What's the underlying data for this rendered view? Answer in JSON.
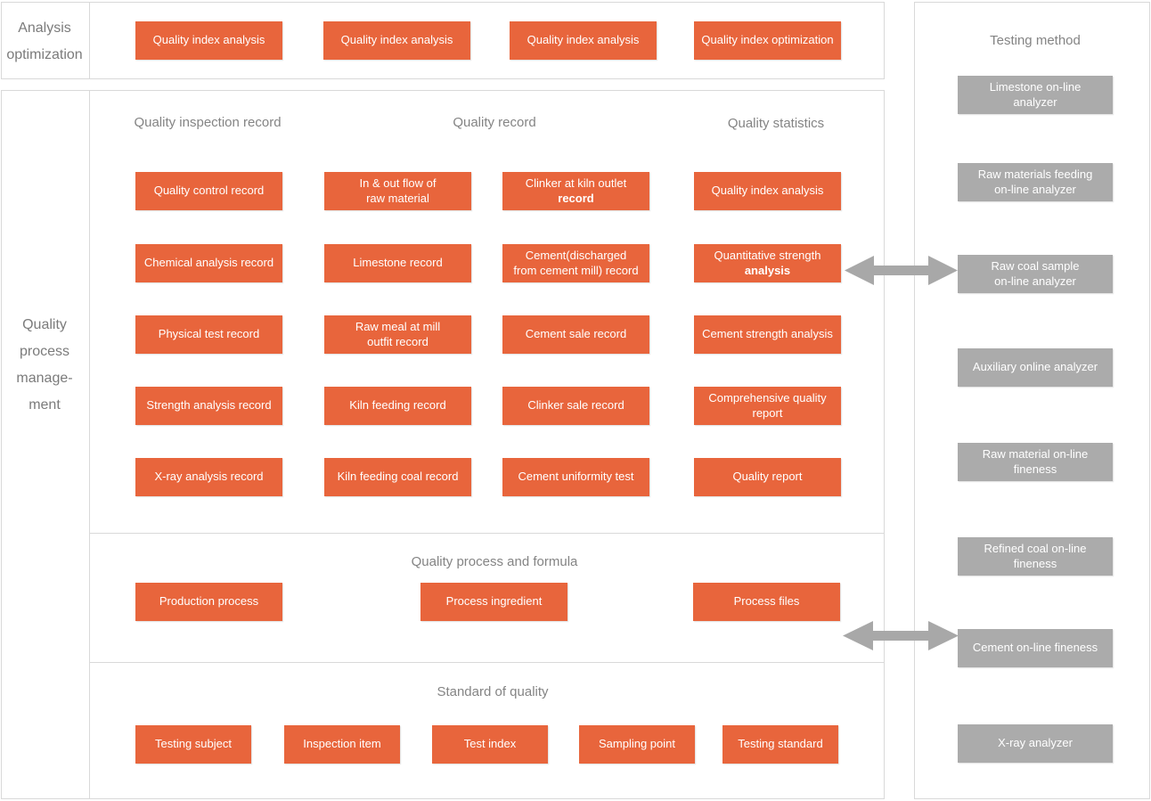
{
  "colors": {
    "accent_orange": "#E8653C",
    "gray_button": "#ABABAB",
    "panel_border": "#D9D9D9",
    "heading_text": "#848484",
    "button_text": "#FFFFFF",
    "arrow_gray": "#A8A8A8"
  },
  "top_section": {
    "label": "Analysis\noptimization",
    "buttons": [
      "Quality index analysis",
      "Quality index analysis",
      "Quality index analysis",
      "Quality index optimization"
    ]
  },
  "left_label": "Quality\nprocess\nmanage-\nment",
  "record_section": {
    "headers": [
      "Quality inspection record",
      "Quality record",
      "Quality statistics"
    ],
    "columns": [
      [
        "Quality control record",
        "Chemical analysis record",
        "Physical test record",
        "Strength analysis record",
        "X-ray analysis record"
      ],
      [
        "In & out flow of\nraw material",
        "Limestone record",
        "Raw meal at mill\noutfit record",
        "Kiln feeding record",
        "Kiln feeding coal record"
      ],
      [
        {
          "text": "Clinker at kiln outlet",
          "bold": "record"
        },
        "Cement(discharged\nfrom cement mill) record",
        "Cement sale record",
        "Clinker sale record",
        "Cement uniformity test"
      ],
      [
        "Quality index analysis",
        {
          "text": "Quantitative strength",
          "bold": "analysis"
        },
        "Cement strength analysis",
        "Comprehensive quality\nreport",
        "Quality report"
      ]
    ]
  },
  "process_section": {
    "header": "Quality process and formula",
    "buttons": [
      "Production process",
      "Process ingredient",
      "Process files"
    ]
  },
  "standard_section": {
    "header": "Standard of quality",
    "buttons": [
      "Testing subject",
      "Inspection item",
      "Test index",
      "Sampling point",
      "Testing standard"
    ]
  },
  "testing_panel": {
    "header": "Testing method",
    "buttons": [
      "Limestone  on-line\nanalyzer",
      "Raw materials feeding\non-line analyzer",
      "Raw coal sample\non-line analyzer",
      "Auxiliary online analyzer",
      "Raw material on-line\nfineness",
      "Refined coal on-line\nfineness",
      "Cement on-line fineness",
      "X-ray analyzer"
    ]
  },
  "connections": [
    {
      "from": "Quantitative strength analysis",
      "to": "Raw coal sample on-line analyzer"
    },
    {
      "from": "Process files",
      "to": "Cement on-line fineness"
    }
  ]
}
